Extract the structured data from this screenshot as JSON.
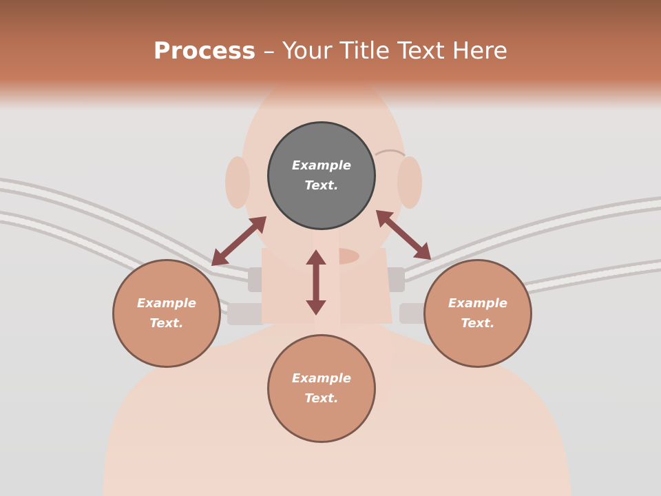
{
  "slide": {
    "title_bold": "Process",
    "title_separator": " – ",
    "title_rest": "Your Title Text Here"
  },
  "nodes": {
    "top": {
      "line1": "Example",
      "line2": "Text."
    },
    "left": {
      "line1": "Example",
      "line2": "Text."
    },
    "right": {
      "line1": "Example",
      "line2": "Text."
    },
    "bottom": {
      "line1": "Example",
      "line2": "Text."
    }
  },
  "colors": {
    "header": "#b36e52",
    "node_orange": "#d1987d",
    "node_gray": "#7c7c7c",
    "arrow": "#8a4e4e",
    "background": "#e2e2e2"
  }
}
